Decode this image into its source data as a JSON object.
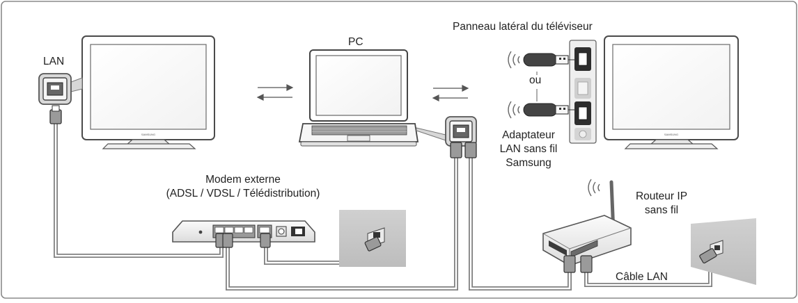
{
  "labels": {
    "lan": "LAN",
    "pc": "PC",
    "side_panel": "Panneau latéral du téléviseur",
    "ou": "ou",
    "adapter_l1": "Adaptateur",
    "adapter_l2": "LAN sans fil",
    "adapter_l3": "Samsung",
    "modem_l1": "Modem externe",
    "modem_l2": "(ADSL / VDSL / Télédistribution)",
    "router_l1": "Routeur IP",
    "router_l2": "sans fil",
    "cable": "Câble LAN"
  },
  "tv_brand": "SAMSUNG",
  "icons": [
    "tv-icon",
    "laptop-icon",
    "modem-icon",
    "router-icon",
    "usb-dongle-icon",
    "lan-port-icon",
    "lan-plug-icon",
    "wall-socket-icon",
    "wifi-waves-icon",
    "arrows-icon"
  ]
}
